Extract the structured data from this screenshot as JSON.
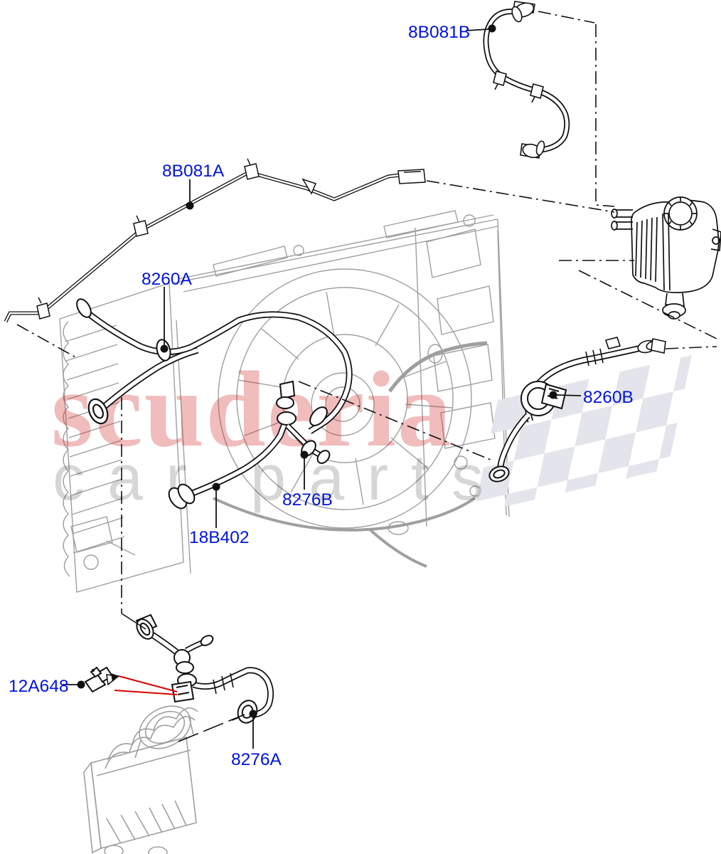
{
  "part_labels": {
    "p8b081b": "8B081B",
    "p8b081a": "8B081A",
    "p8260a": "8260A",
    "p8260b": "8260B",
    "p8276b": "8276B",
    "p18b402": "18B402",
    "p12a648": "12A648",
    "p8276a": "8276A"
  },
  "watermark": {
    "brand": "scuderia",
    "tagline": "car parts",
    "brand_color": "rgba(204,32,32,0.30)",
    "tagline_color": "rgba(0,0,0,0.16)"
  },
  "colors": {
    "label_blue": "#0013dc",
    "line_black": "#111111",
    "structure_gray": "#9f9f9f",
    "arrow_red": "#dd0000",
    "checker_gray": "#e4e4ec"
  }
}
